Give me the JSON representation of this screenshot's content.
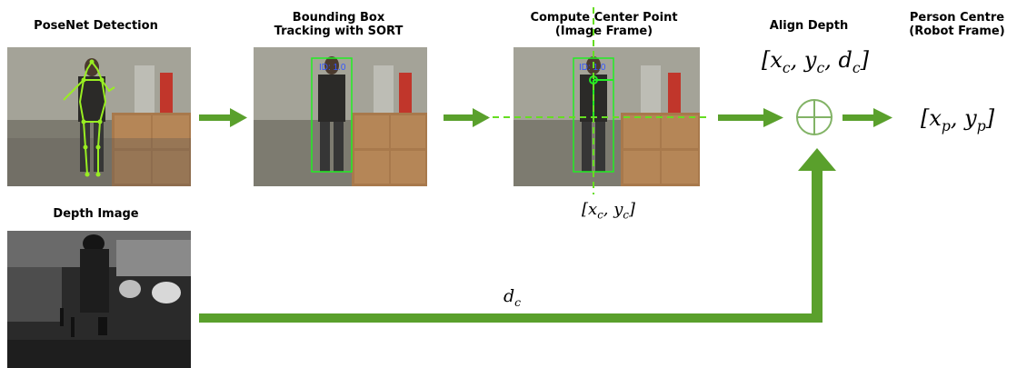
{
  "labels": {
    "posenet": "PoseNet Detection",
    "bbox_line1": "Bounding Box",
    "bbox_line2": "Tracking with SORT",
    "center_line1": "Compute Center Point",
    "center_line2": "(Image Frame)",
    "align": "Align Depth",
    "person_line1": "Person Centre",
    "person_line2": "(Robot Frame)",
    "depth": "Depth Image"
  },
  "math": {
    "align_vec": "[x_c, y_c, d_c]",
    "center_vec": "[x_c, y_c]",
    "depth_var": "d_c",
    "person_vec": "[x_p, y_p]"
  },
  "track_id": "ID: 1.0",
  "colors": {
    "arrow": "#5aa02c",
    "dashed": "#66dd22",
    "bbox": "#22ee22",
    "skeleton": "#99ee22",
    "id_text": "#3355ff",
    "oplus": "#82b366"
  }
}
